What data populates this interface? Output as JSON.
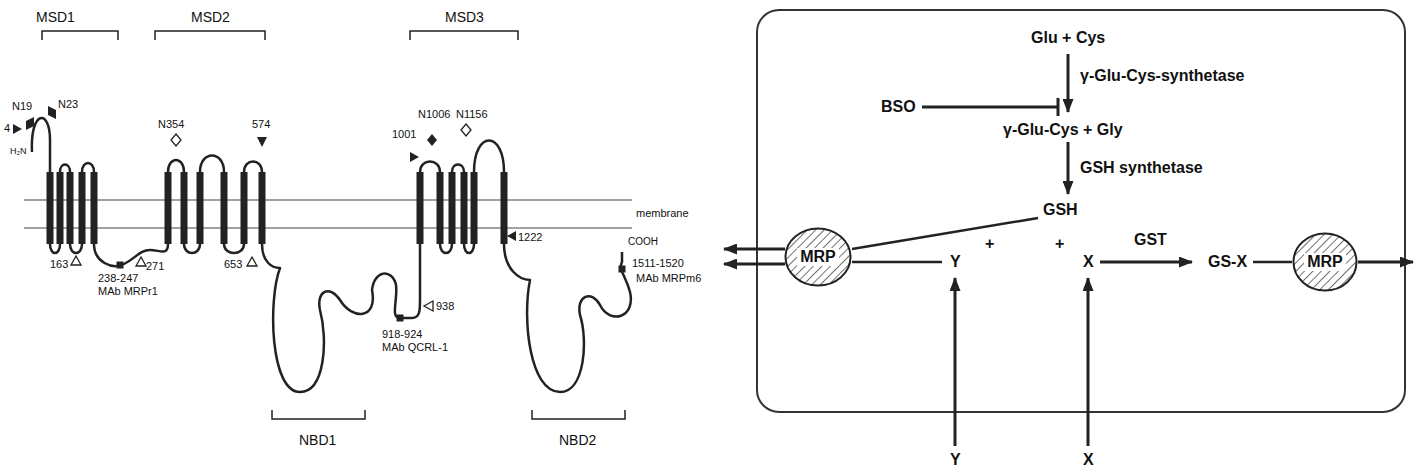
{
  "diagram": {
    "nodes": [
      {
        "text": [
          "MRP"
        ]
      },
      {
        "text": [
          "MRP"
        ]
      }
    ],
    "labels": [
      "MSD1",
      "MSD2",
      "MSD3",
      "N19",
      "N23",
      "4",
      "H₂N",
      "N354",
      "574",
      "N1006",
      "1001",
      "N1156",
      "membrane",
      "COOH",
      "163",
      "238-247",
      "MAb MRPr1",
      "271",
      "653",
      "918-924",
      "MAb QCRL-1",
      "938",
      "1222",
      "1511-1520",
      "MAb MRPm6",
      "NBD1",
      "NBD2",
      "Glu + Cys",
      "BSO",
      "γ-Glu-Cys-synthetase",
      "γ-Glu-Cys + Gly",
      "GSH synthetase",
      "GSH",
      "+",
      "+",
      "Y",
      "X",
      "GST",
      "GS-X",
      "Y",
      "X"
    ]
  }
}
